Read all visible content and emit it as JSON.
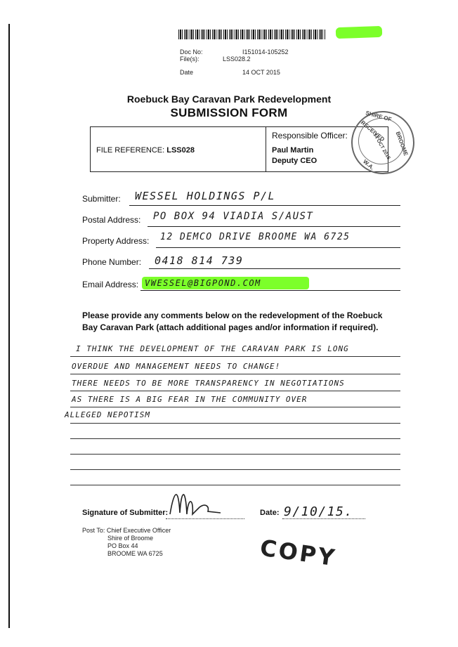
{
  "header": {
    "doc_no_label": "Doc No:",
    "doc_no_value": "I151014-105252",
    "files_label": "File(s):",
    "files_value": "LSS028.2",
    "date_label": "Date",
    "date_value": "14 OCT 2015"
  },
  "title": {
    "line1": "Roebuck Bay Caravan Park Redevelopment",
    "line2": "SUBMISSION FORM"
  },
  "reference": {
    "file_reference_label": "FILE REFERENCE:",
    "file_reference_value": "LSS028",
    "officer_label": "Responsible Officer:",
    "officer_name": "Paul Martin",
    "officer_role": "Deputy CEO"
  },
  "stamp": {
    "top": "SHIRE OF",
    "right": "BROOME",
    "left": "RECEIVED",
    "date": "14 OCT 2015",
    "bottom": "W.A."
  },
  "fields": {
    "submitter_label": "Submitter:",
    "submitter_value": "WESSEL HOLDINGS P/L",
    "postal_label": "Postal Address:",
    "postal_value": "PO BOX 94  VIADIA S/AUST",
    "property_label": "Property Address:",
    "property_value": "12 DEMCO DRIVE  BROOME  WA  6725",
    "phone_label": "Phone Number:",
    "phone_value": "0418 814 739",
    "email_label": "Email Address:",
    "email_value": "VWESSEL@BIGPOND.COM"
  },
  "instructions": "Please provide any comments below on the redevelopment of the Roebuck Bay Caravan Park (attach additional pages and/or information if required).",
  "comments": [
    "I THINK THE DEVELOPMENT OF THE CARAVAN PARK IS LONG",
    "OVERDUE AND MANAGEMENT NEEDS TO CHANGE!",
    "THERE NEEDS TO BE MORE TRANSPARENCY IN NEGOTIATIONS",
    "AS THERE IS A BIG FEAR IN THE COMMUNITY OVER",
    "ALLEGED NEPOTISM"
  ],
  "signature": {
    "label": "Signature of Submitter:",
    "date_label": "Date:",
    "date_value": "9/10/15."
  },
  "post_to": {
    "line1": "Post To: Chief Executive Officer",
    "line2": "Shire of Broome",
    "line3": "PO Box 44",
    "line4": "BROOME  WA  6725"
  },
  "copy_stamp": "COPY"
}
